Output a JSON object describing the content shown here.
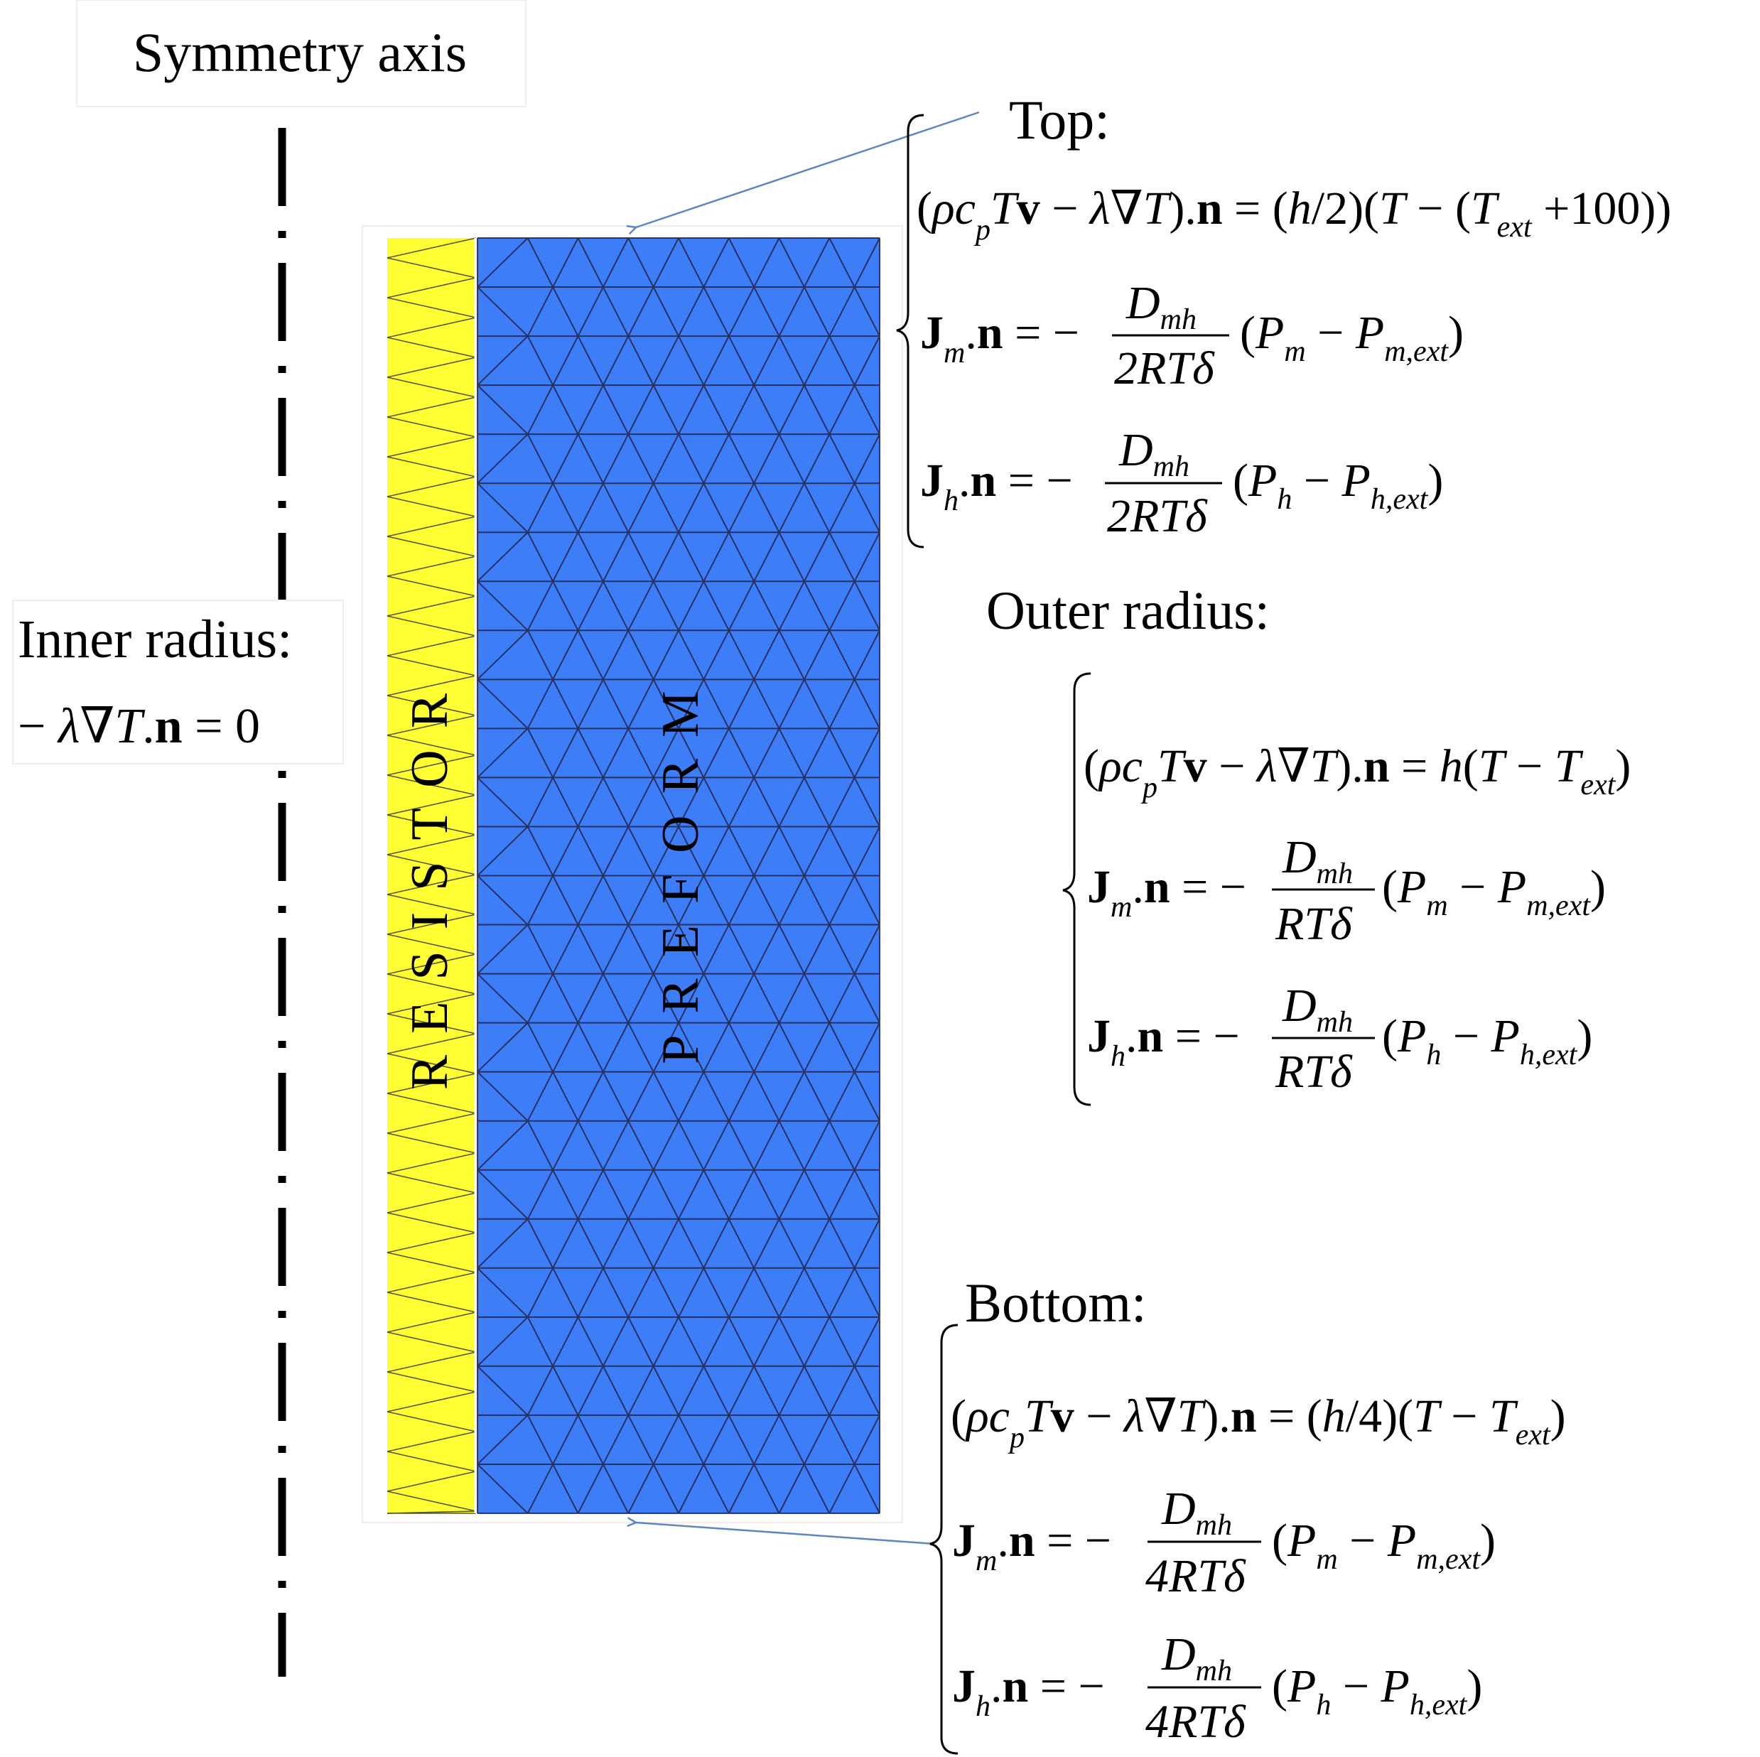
{
  "labels": {
    "symmetry_axis": "Symmetry axis",
    "inner_radius": "Inner radius:",
    "inner_radius_eq": "− λ∇T.n = 0",
    "resistor": "RESISTOR",
    "preform": "PREFORM",
    "top": "Top:",
    "outer_radius": "Outer radius:",
    "bottom": "Bottom:"
  },
  "colors": {
    "resistor": "#ffff33",
    "preform": "#3d7df7",
    "mesh": "#22244a",
    "arrow": "#5b86c4"
  },
  "equations": {
    "top": [
      "(ρc_p Tv − λ∇T).n = (h/2)(T − (T_ext + 100))",
      "J_m.n = − D_mh / (2RTδ) (P_m − P_m,ext)",
      "J_h.n = − D_mh / (2RTδ) (P_h − P_h,ext)"
    ],
    "outer": [
      "(ρc_p Tv − λ∇T).n = h(T − T_ext)",
      "J_m.n = − D_mh / (RTδ) (P_m − P_m,ext)",
      "J_h.n = − D_mh / (RTδ) (P_h − P_h,ext)"
    ],
    "bottom": [
      "(ρc_p Tv − λ∇T).n = (h/4)(T − T_ext)",
      "J_m.n = − D_mh / (4RTδ) (P_m − P_m,ext)",
      "J_h.n = − D_mh / (4RTδ) (P_h − P_h,ext)"
    ]
  }
}
